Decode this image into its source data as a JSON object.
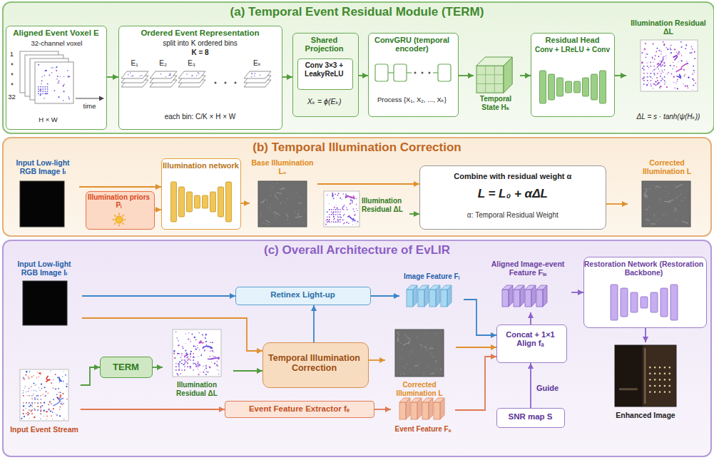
{
  "diagram": {
    "nodes": [
      {
        "text": [
          "(a) Temporal Event Residual Module (TERM)"
        ]
      },
      {
        "text": [
          "Aligned Event Voxel E",
          "32-channel voxel",
          "1",
          "32",
          "H × W",
          "time"
        ],
        "in": 0
      },
      {
        "text": [
          "Ordered Event Representation",
          "split into K ordered bins",
          "K = 8",
          "E₁",
          "E₂",
          "E₃",
          "Eₖ",
          "each bin: C/K × H × W"
        ],
        "in": 0
      },
      {
        "text": [
          "Shared Projection",
          "Xₖ = ϕ(Eₖ)"
        ],
        "in": 0
      },
      {
        "text": [
          "Conv 3×3 + LeakyReLU"
        ],
        "in": 3
      },
      {
        "text": [
          "ConvGRU (temporal encoder)",
          "Process {X₁, X₂, ..., Xₖ}"
        ],
        "in": 0
      },
      {
        "text": [
          "Temporal State Hₖ"
        ],
        "in": 0
      },
      {
        "text": [
          "Residual Head",
          "Conv + LReLU + Conv"
        ],
        "in": 0
      },
      {
        "text": [
          "Illumination Residual ΔL",
          "ΔL = s · tanh(ψ(Hₖ))"
        ],
        "in": 0
      },
      {
        "text": [
          "(b) Temporal Illumination Correction"
        ]
      },
      {
        "text": [
          "Input Low-light RGB Image Iₗ"
        ],
        "in": 9
      },
      {
        "text": [
          "Illumination priors Pᵢ"
        ],
        "in": 9
      },
      {
        "text": [
          "Illumination network"
        ],
        "in": 9
      },
      {
        "text": [
          "Base Illumination L₀"
        ],
        "in": 9
      },
      {
        "text": [
          "Illumination Residual ΔL"
        ],
        "in": 9
      },
      {
        "text": [
          "Combine with residual weight α",
          "L = L₀ + αΔL",
          "α: Temporal Residual Weight"
        ],
        "in": 9
      },
      {
        "text": [
          "Corrected Illumination L"
        ],
        "in": 9
      },
      {
        "text": [
          "(c) Overall Architecture of EvLIR"
        ]
      },
      {
        "text": [
          "Input Low-light RGB Image Iₗ"
        ],
        "in": 17
      },
      {
        "text": [
          "Retinex Light-up"
        ],
        "in": 17
      },
      {
        "text": [
          "Image Feature Fᵢ"
        ],
        "in": 17
      },
      {
        "text": [
          "TERM"
        ],
        "in": 17
      },
      {
        "text": [
          "Illumination Residual ΔL"
        ],
        "in": 17
      },
      {
        "text": [
          "Temporal Illumination Correction"
        ],
        "in": 17
      },
      {
        "text": [
          "Corrected Illumination L"
        ],
        "in": 17
      },
      {
        "text": [
          "Input Event Stream"
        ],
        "in": 17
      },
      {
        "text": [
          "Event Feature Extractor fₑ"
        ],
        "in": 17
      },
      {
        "text": [
          "Event Feature Fₑ"
        ],
        "in": 17
      },
      {
        "text": [
          "Concat + 1×1 Align fₐ"
        ],
        "in": 17
      },
      {
        "text": [
          "Aligned Image-event Feature Fᵢₑ"
        ],
        "in": 17
      },
      {
        "text": [
          "SNR map S"
        ],
        "in": 17
      },
      {
        "text": [
          "Restoration Network (Restoration Backbone)"
        ],
        "in": 17
      },
      {
        "text": [
          "Enhanced Image"
        ],
        "in": 17
      }
    ],
    "edges": [
      {
        "from": 1,
        "to": 2,
        "arrow": "to"
      },
      {
        "from": 2,
        "to": 3,
        "arrow": "to"
      },
      {
        "from": 3,
        "to": 5,
        "arrow": "to"
      },
      {
        "from": 5,
        "to": 6,
        "arrow": "to"
      },
      {
        "from": 6,
        "to": 7,
        "arrow": "to"
      },
      {
        "from": 7,
        "to": 8,
        "arrow": "to"
      },
      {
        "from": 10,
        "to": 12,
        "arrow": "to"
      },
      {
        "from": 11,
        "to": 12,
        "arrow": "to"
      },
      {
        "from": 12,
        "to": 13,
        "arrow": "to"
      },
      {
        "from": 13,
        "to": 15,
        "arrow": "to"
      },
      {
        "from": 14,
        "to": 15,
        "arrow": "to"
      },
      {
        "from": 15,
        "to": 16,
        "arrow": "to"
      },
      {
        "from": 18,
        "to": 19,
        "arrow": "to"
      },
      {
        "from": 18,
        "to": 23,
        "arrow": "to"
      },
      {
        "from": 19,
        "to": 20,
        "arrow": "to"
      },
      {
        "from": 23,
        "to": 19,
        "arrow": "to"
      },
      {
        "from": 25,
        "to": 21,
        "arrow": "to"
      },
      {
        "from": 21,
        "to": 22,
        "arrow": "to"
      },
      {
        "from": 22,
        "to": 23,
        "arrow": "to"
      },
      {
        "from": 23,
        "to": 24,
        "arrow": "to"
      },
      {
        "from": 24,
        "to": 28,
        "arrow": "to"
      },
      {
        "from": 20,
        "to": 28,
        "arrow": "to"
      },
      {
        "from": 25,
        "to": 26,
        "arrow": "to"
      },
      {
        "from": 26,
        "to": 27,
        "arrow": "to"
      },
      {
        "from": 27,
        "to": 28,
        "arrow": "to"
      },
      {
        "from": 30,
        "to": 28,
        "label": "Guide",
        "arrow": "to"
      },
      {
        "from": 28,
        "to": 29,
        "arrow": "to"
      },
      {
        "from": 29,
        "to": 31,
        "arrow": "to"
      },
      {
        "from": 31,
        "to": 32,
        "arrow": "to"
      }
    ]
  }
}
